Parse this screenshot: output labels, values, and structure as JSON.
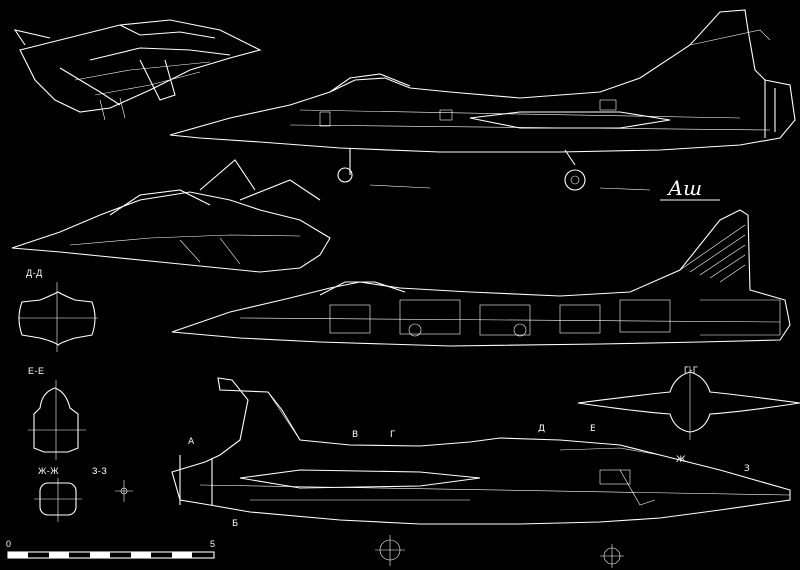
{
  "sections": {
    "dd": "Д-Д",
    "ee": "Е-Е",
    "zhzh": "Ж-Ж",
    "zz": "З-З",
    "gg": "Г-Г"
  },
  "section_marks": {
    "a": "А",
    "b": "Б",
    "v": "В",
    "g": "Г",
    "d": "Д",
    "e": "Е",
    "zh": "Ж",
    "z": "З"
  },
  "signature": "Аш",
  "scale": {
    "start": "0",
    "end": "5"
  }
}
